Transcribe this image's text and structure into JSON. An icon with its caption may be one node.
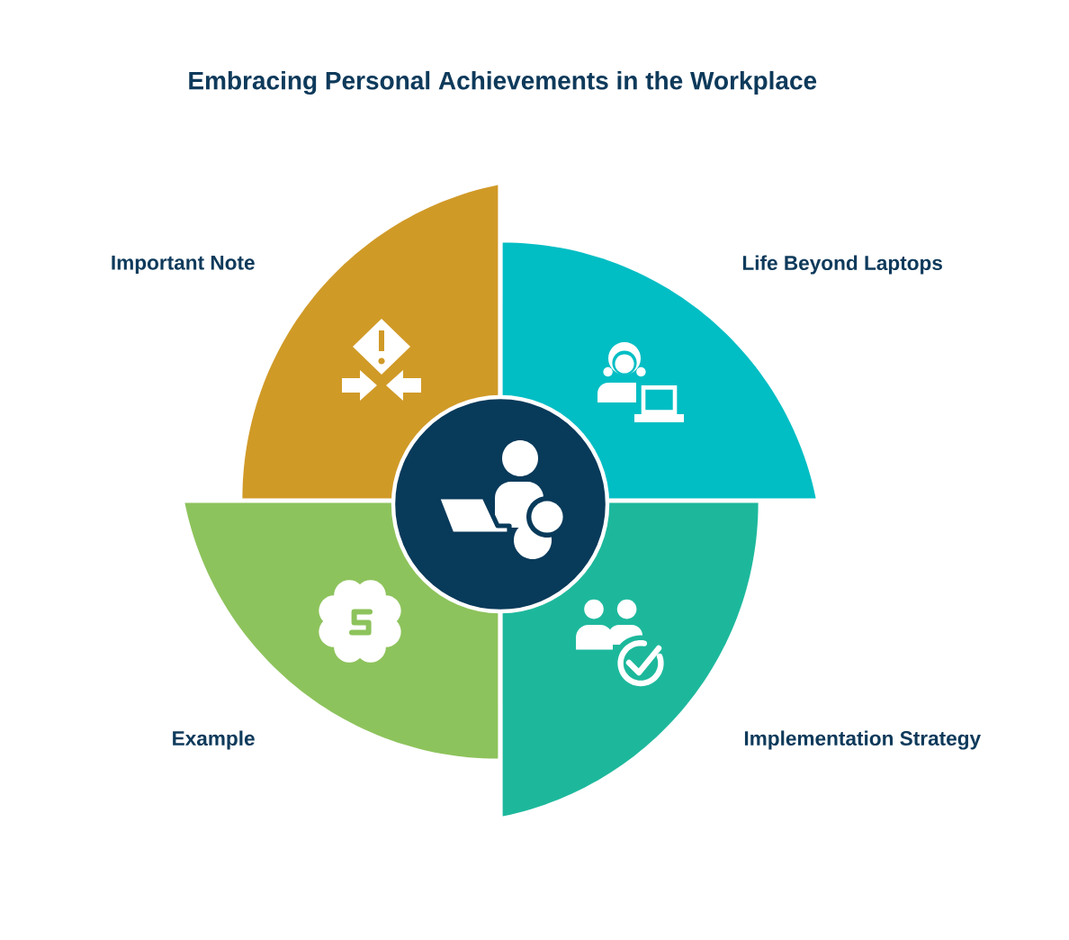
{
  "diagram": {
    "title": "Embracing Personal Achievements in the Workplace",
    "nodes": [
      {
        "text": [
          "Important Note"
        ]
      },
      {
        "text": [
          "Life Beyond Laptops"
        ]
      },
      {
        "text": [
          "Example"
        ]
      },
      {
        "text": [
          "Implementation Strategy"
        ]
      },
      {
        "text": [],
        "shape": "circle"
      }
    ]
  }
}
